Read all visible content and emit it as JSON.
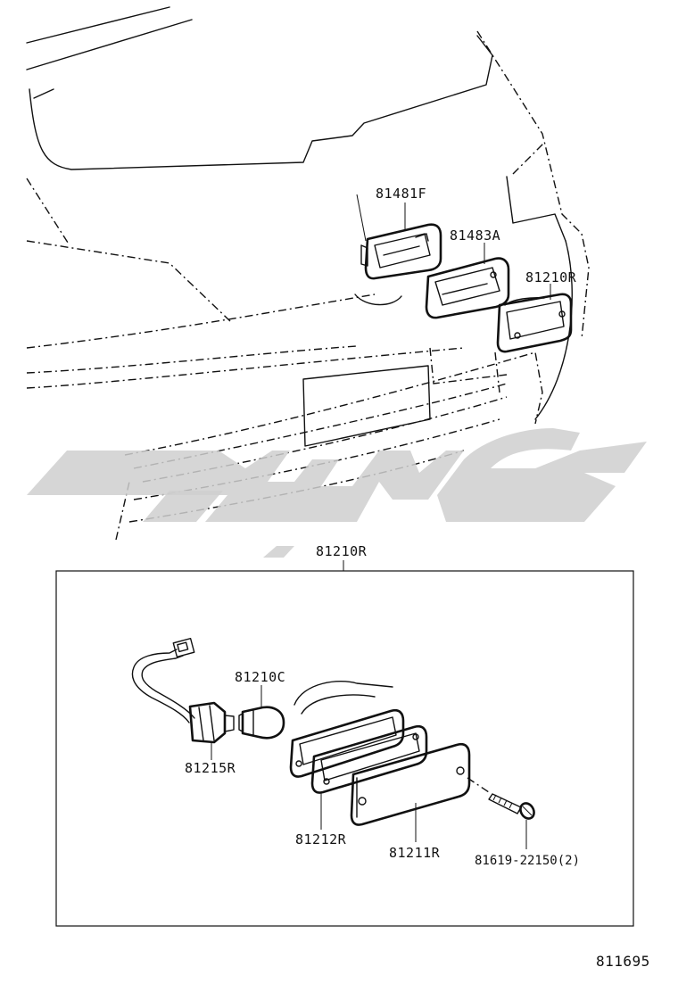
{
  "parts": {
    "p1": "81481F",
    "p2": "81483A",
    "p3": "81210R",
    "assembly": "81210R",
    "bulb": "81210C",
    "socket": "81215R",
    "gasket": "81212R",
    "lens": "81211R",
    "screw": "81619-22150(2)"
  },
  "figure_code": "811695",
  "watermark_text": "تويوتا"
}
